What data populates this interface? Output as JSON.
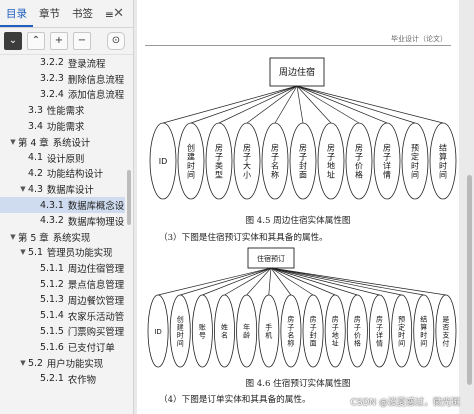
{
  "sidebar": {
    "tabs": [
      "目录",
      "章节",
      "书签",
      "≡"
    ],
    "toolbar": {
      "collapse": "⌄",
      "expand": "⌃",
      "add": "+",
      "remove": "−",
      "more": "⊙"
    },
    "items": [
      {
        "num": "3.2.2",
        "label": "登录流程",
        "level": 3
      },
      {
        "num": "3.2.3",
        "label": "删除信息流程",
        "level": 3
      },
      {
        "num": "3.2.4",
        "label": "添加信息流程",
        "level": 3
      },
      {
        "num": "3.3",
        "label": "性能需求",
        "level": 2
      },
      {
        "num": "3.4",
        "label": "功能需求",
        "level": 2
      },
      {
        "num": "第 4 章",
        "label": "系统设计",
        "level": 1,
        "arrow": "▼"
      },
      {
        "num": "4.1",
        "label": "设计原则",
        "level": 2
      },
      {
        "num": "4.2",
        "label": "功能结构设计",
        "level": 2
      },
      {
        "num": "4.3",
        "label": "数据库设计",
        "level": 2,
        "arrow": "▼"
      },
      {
        "num": "4.3.1",
        "label": "数据库概念设...",
        "level": 3,
        "selected": true
      },
      {
        "num": "4.3.2",
        "label": "数据库物理设...",
        "level": 3
      },
      {
        "num": "第 5 章",
        "label": "系统实现",
        "level": 1,
        "arrow": "▼"
      },
      {
        "num": "5.1",
        "label": "管理员功能实现",
        "level": 2,
        "arrow": "▼"
      },
      {
        "num": "5.1.1",
        "label": "周边住宿管理",
        "level": 3
      },
      {
        "num": "5.1.2",
        "label": "景点信息管理",
        "level": 3
      },
      {
        "num": "5.1.3",
        "label": "周边餐饮管理",
        "level": 3
      },
      {
        "num": "5.1.4",
        "label": "农家乐活动管...",
        "level": 3
      },
      {
        "num": "5.1.5",
        "label": "门票购买管理",
        "level": 3
      },
      {
        "num": "5.1.6",
        "label": "已支付订单",
        "level": 3
      },
      {
        "num": "5.2",
        "label": "用户功能实现",
        "level": 2,
        "arrow": "▼"
      },
      {
        "num": "5.2.1",
        "label": "农作物",
        "level": 3
      }
    ]
  },
  "document": {
    "header": "毕业设计（论文）",
    "entity1": {
      "name": "周边住宿",
      "attributes": [
        "ID",
        "创建时间",
        "房子类型",
        "房子大小",
        "房子名称",
        "房子封面",
        "房子地址",
        "房子价格",
        "房子详情",
        "预定时间",
        "结算时间"
      ]
    },
    "caption1": "图 4.5 周边住宿实体属性图",
    "text1": "（3）下图是住宿预订实体和其具备的属性。",
    "entity2": {
      "name": "住宿预订",
      "attributes": [
        "ID",
        "创建时间",
        "账号",
        "姓名",
        "年龄",
        "手机",
        "房子名称",
        "房子封面",
        "房子地址",
        "房子价格",
        "房子详情",
        "预定时间",
        "结算时间",
        "是否支付"
      ]
    },
    "caption2": "图 4.6 住宿预订实体属性图",
    "text2": "（4）下图是订单实体和其具备的属性。",
    "watermark": "CSDN @没夏惑过，微光斑"
  }
}
